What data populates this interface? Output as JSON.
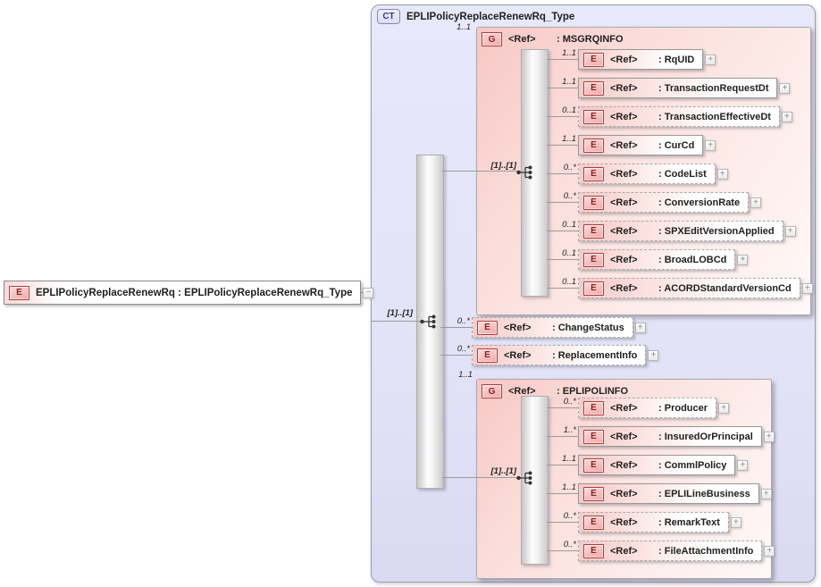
{
  "root_element": {
    "badge": "E",
    "label": "EPLIPolicyReplaceRenewRq : EPLIPolicyReplaceRenewRq_Type"
  },
  "complex_type": {
    "badge": "CT",
    "title": "EPLIPolicyReplaceRenewRq_Type",
    "sequence_cardinality": "[1]..[1]"
  },
  "groups": [
    {
      "badge": "G",
      "ref": "<Ref>",
      "name": "MSGRQINFO",
      "cardinality": "1..1",
      "sequence_cardinality": "[1]..[1]",
      "children": [
        {
          "badge": "E",
          "ref": "<Ref>",
          "name": "RqUID",
          "cardinality": "1..1",
          "optional": false
        },
        {
          "badge": "E",
          "ref": "<Ref>",
          "name": "TransactionRequestDt",
          "cardinality": "1..1",
          "optional": false
        },
        {
          "badge": "E",
          "ref": "<Ref>",
          "name": "TransactionEffectiveDt",
          "cardinality": "0..1",
          "optional": true
        },
        {
          "badge": "E",
          "ref": "<Ref>",
          "name": "CurCd",
          "cardinality": "1..1",
          "optional": false
        },
        {
          "badge": "E",
          "ref": "<Ref>",
          "name": "CodeList",
          "cardinality": "0..*",
          "optional": true
        },
        {
          "badge": "E",
          "ref": "<Ref>",
          "name": "ConversionRate",
          "cardinality": "0..*",
          "optional": true
        },
        {
          "badge": "E",
          "ref": "<Ref>",
          "name": "SPXEditVersionApplied",
          "cardinality": "0..1",
          "optional": true
        },
        {
          "badge": "E",
          "ref": "<Ref>",
          "name": "BroadLOBCd",
          "cardinality": "0..1",
          "optional": true
        },
        {
          "badge": "E",
          "ref": "<Ref>",
          "name": "ACORDStandardVersionCd",
          "cardinality": "0..1",
          "optional": true
        }
      ]
    },
    {
      "badge": "G",
      "ref": "<Ref>",
      "name": "EPLIPOLINFO",
      "cardinality": "1..1",
      "sequence_cardinality": "[1]..[1]",
      "children": [
        {
          "badge": "E",
          "ref": "<Ref>",
          "name": "Producer",
          "cardinality": "0..*",
          "optional": true
        },
        {
          "badge": "E",
          "ref": "<Ref>",
          "name": "InsuredOrPrincipal",
          "cardinality": "1..*",
          "optional": false
        },
        {
          "badge": "E",
          "ref": "<Ref>",
          "name": "CommlPolicy",
          "cardinality": "1..1",
          "optional": false
        },
        {
          "badge": "E",
          "ref": "<Ref>",
          "name": "EPLILineBusiness",
          "cardinality": "1..1",
          "optional": false
        },
        {
          "badge": "E",
          "ref": "<Ref>",
          "name": "RemarkText",
          "cardinality": "0..*",
          "optional": true
        },
        {
          "badge": "E",
          "ref": "<Ref>",
          "name": "FileAttachmentInfo",
          "cardinality": "0..*",
          "optional": true
        }
      ]
    }
  ],
  "loose_elements": [
    {
      "badge": "E",
      "ref": "<Ref>",
      "name": "ChangeStatus",
      "cardinality": "0..*",
      "optional": true
    },
    {
      "badge": "E",
      "ref": "<Ref>",
      "name": "ReplacementInfo",
      "cardinality": "0..*",
      "optional": true
    }
  ],
  "icons": {
    "expand": "+",
    "collapse": "−",
    "compositor": "sequence"
  },
  "colors": {
    "type_box_fill": "#e4e4f8",
    "group_fill": "#f8cdca",
    "element_badge_border": "#b23b3b",
    "element_badge_text": "#8c2222",
    "ct_badge_text": "#38388a",
    "connector": "#9a9a9a"
  }
}
